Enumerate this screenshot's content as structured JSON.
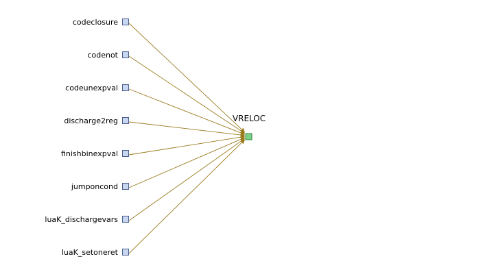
{
  "target": {
    "label": "VRELOC",
    "fill": "#7fd08a",
    "stroke": "#2f8a3e"
  },
  "sources": [
    {
      "label": "codeclosure"
    },
    {
      "label": "codenot"
    },
    {
      "label": "codeunexpval"
    },
    {
      "label": "discharge2reg"
    },
    {
      "label": "finishbinexpval"
    },
    {
      "label": "jumponcond"
    },
    {
      "label": "luaK_dischargevars"
    },
    {
      "label": "luaK_setoneret"
    }
  ],
  "colors": {
    "source_fill": "#c9d6f2",
    "source_stroke": "#4a5e8c",
    "edge": "#9a7a1e",
    "text": "#000000"
  }
}
